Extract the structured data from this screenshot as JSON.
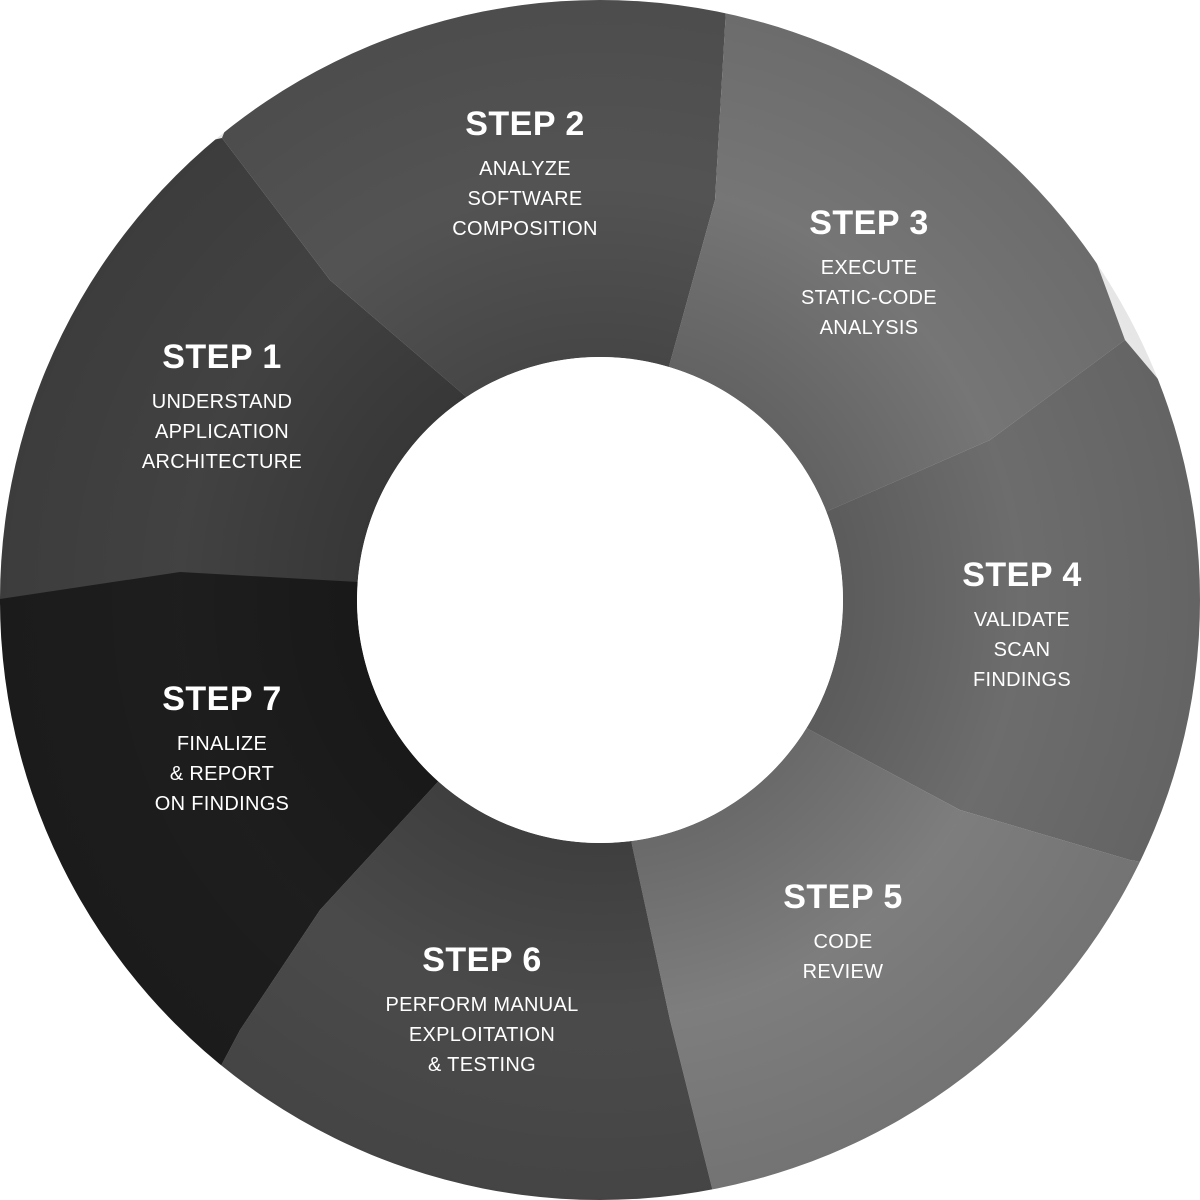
{
  "steps": [
    {
      "title": "STEP 1",
      "lines": [
        "UNDERSTAND",
        "APPLICATION",
        "ARCHITECTURE"
      ],
      "color": "#434343"
    },
    {
      "title": "STEP 2",
      "lines": [
        "ANALYZE",
        "SOFTWARE",
        "COMPOSITION"
      ],
      "color": "#555555"
    },
    {
      "title": "STEP 3",
      "lines": [
        "EXECUTE",
        "STATIC-CODE",
        "ANALYSIS"
      ],
      "color": "#787878"
    },
    {
      "title": "STEP 4",
      "lines": [
        "VALIDATE",
        "SCAN",
        "FINDINGS"
      ],
      "color": "#6f6f6f"
    },
    {
      "title": "STEP 5",
      "lines": [
        "CODE",
        "REVIEW"
      ],
      "color": "#808080"
    },
    {
      "title": "STEP 6",
      "lines": [
        "PERFORM MANUAL",
        "EXPLOITATION",
        "& TESTING"
      ],
      "color": "#4c4c4c"
    },
    {
      "title": "STEP 7",
      "lines": [
        "FINALIZE",
        "& REPORT",
        "ON FINDINGS"
      ],
      "color": "#1e1e1e"
    }
  ]
}
